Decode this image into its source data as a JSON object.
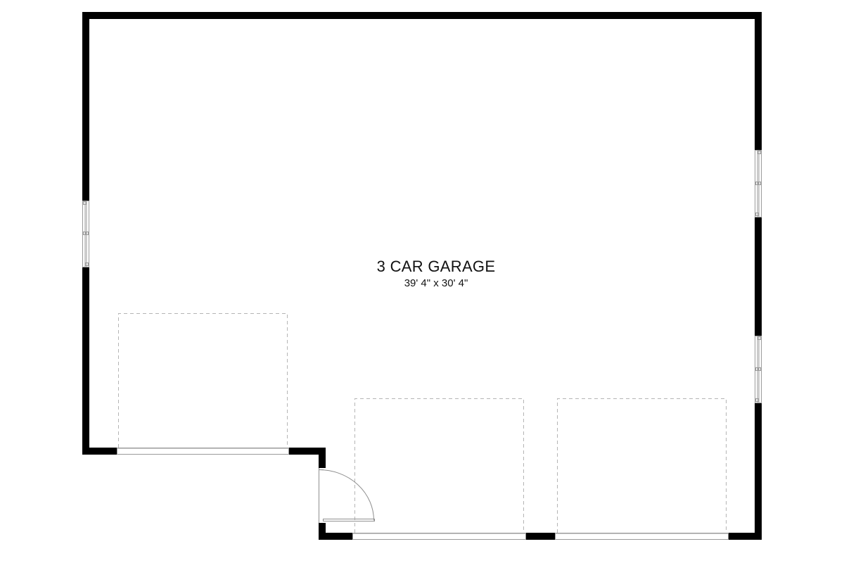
{
  "plan": {
    "room": {
      "name": "3 CAR GARAGE",
      "dimensions": "39' 4\" x 30' 4\""
    },
    "colors": {
      "wall": "#000000",
      "thin_line": "#9a9a9a",
      "dashed_line": "#b5b5b5",
      "background": "#ffffff"
    },
    "elements": {
      "windows": [
        "left-wall-window",
        "right-wall-window-upper",
        "right-wall-window-lower"
      ],
      "garage_doors": [
        "garage-door-left",
        "garage-door-center",
        "garage-door-right"
      ],
      "entry_door": "side-entry-door"
    }
  }
}
